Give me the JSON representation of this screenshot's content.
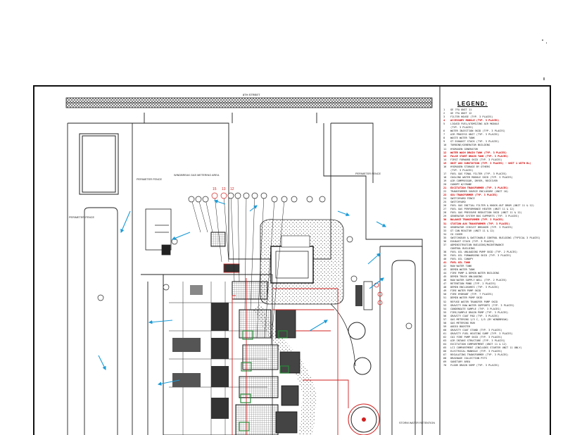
{
  "colors": {
    "line": "#1a1a1a",
    "red": "#d22020",
    "cyan": "#1a9bd7",
    "green": "#2a8a3a",
    "hatch": "#555555"
  },
  "street_label": "8TH STREET",
  "labels": {
    "perimeter_fence_left": "PERIMETER FENCE",
    "perimeter_fence_top": "PERIMETER FENCE",
    "perimeter_fence_right": "PERIMETER FENCE",
    "windbreak": "WINDBREAK GAS METERING AREA",
    "storm": "STORM WATER RETENTION"
  },
  "legend": {
    "title": "LEGEND:",
    "items": [
      {
        "n": "1",
        "t": "GE 7FA UNIT 11",
        "red": false
      },
      {
        "n": "2",
        "t": "GE 7FA UNIT 12",
        "red": false
      },
      {
        "n": "3",
        "t": "FILTER HOUSE (TYP. 3 PLACES)",
        "red": false
      },
      {
        "n": "4",
        "t": "ACCESSORY MODULE (TYP. 3 PLACES)",
        "red": true
      },
      {
        "n": "5",
        "t": "LIQUID FUEL/ATOMIZING AIR MODULE",
        "red": false
      },
      {
        "n": "",
        "t": "(TYP. 3 PLACES)",
        "red": false
      },
      {
        "n": "6",
        "t": "WATER INJECTION SKID (TYP. 3 PLACES)",
        "red": false
      },
      {
        "n": "7",
        "t": "AIR PROCESS UNIT (TYP. 3 PLACES)",
        "red": false
      },
      {
        "n": "8",
        "t": "WASTE WATER TANK",
        "red": false
      },
      {
        "n": "9",
        "t": "GT EXHAUST STACK (TYP. 3 PLACES)",
        "red": false
      },
      {
        "n": "10",
        "t": "TURBINE/GENERATOR BUILDING",
        "red": false
      },
      {
        "n": "11",
        "t": "HYDROGEN GENERATOR",
        "red": false
      },
      {
        "n": "12",
        "t": "WATER WASH DRAIN TANK (TYP. 3 PLACES)",
        "red": true
      },
      {
        "n": "13",
        "t": "FALSE START DRAIN TANK (TYP. 3 PLACES)",
        "red": true
      },
      {
        "n": "14",
        "t": "FIRST FORWARD SKID (TYP. 3 PLACES)",
        "red": false
      },
      {
        "n": "15",
        "t": "UNIT AUX SUBSTATION (TYP. 3 PLACES) - UNIT 1 WITH BL)",
        "red": true
      },
      {
        "n": "16",
        "t": "HYDROGEN STORAGE BY OTHERS",
        "red": false
      },
      {
        "n": "",
        "t": "(TYP. 3 PLACES)",
        "red": false
      },
      {
        "n": "17",
        "t": "FUEL GAS FINAL FILTER (TYP. 3 PLACES)",
        "red": false
      },
      {
        "n": "18",
        "t": "COOLING WATER MODULE SKID (TYP. 3 PLACES)",
        "red": false
      },
      {
        "n": "19",
        "t": "AIR COMPRESSOR, DRYER, RECEIVER",
        "red": false
      },
      {
        "n": "20",
        "t": "CANOPY W/CRANE",
        "red": false
      },
      {
        "n": "21",
        "t": "EXCITATION TRANSFORMER (TYP. 3 PLACES)",
        "red": true
      },
      {
        "n": "22",
        "t": "TRANSFORMER SOURCE ENCLOSURE (UNIT 10)",
        "red": false
      },
      {
        "n": "23",
        "t": "GSU TRANSFORMER (TYP. 3 PLACES)",
        "red": true
      },
      {
        "n": "24",
        "t": "SWITCHYARD FENCE",
        "red": false
      },
      {
        "n": "25",
        "t": "SWITCHYARD",
        "red": false
      },
      {
        "n": "26",
        "t": "FUEL GAS INITIAL FILTER & KNOCK-OUT DRUM (UNIT 11 & 12)",
        "red": false
      },
      {
        "n": "27",
        "t": "FUEL GAS PERFORMANCE HEATER (UNIT 11 & 12)",
        "red": false
      },
      {
        "n": "28",
        "t": "FUEL GAS PRESSURE REDUCTION SKID (UNIT 11 & 12)",
        "red": false
      },
      {
        "n": "29",
        "t": "GENERATOR SYSTEM BUS SUPPORTS (TYP. 3 PLACES)",
        "red": false
      },
      {
        "n": "30",
        "t": "BALANCE TRANSFORMER (TYP. 3 PLACES)",
        "red": true
      },
      {
        "n": "31",
        "t": "STATION AUX TRANSFORMER (TYP. 3 PLACES)",
        "red": true
      },
      {
        "n": "32",
        "t": "GENERATOR CIRCUIT BREAKER (TYP. 3 PLACES)",
        "red": false
      },
      {
        "n": "33",
        "t": "GT CAN REACTOR (UNIT 11 & 12)",
        "red": false
      },
      {
        "n": "34",
        "t": "CO COVER",
        "red": false
      },
      {
        "n": "35",
        "t": "SWITCHGEAR & SWITCHABLE CONTROL BUILDING (TYPICAL 3 PLACES)",
        "red": false
      },
      {
        "n": "36",
        "t": "EXHAUST STACK (TYP. 3 PLACES)",
        "red": false
      },
      {
        "n": "37",
        "t": "ADMINISTRATION BUILDING/MAINTENANCE",
        "red": false
      },
      {
        "n": "",
        "t": "CONTROL BUILDING",
        "red": false
      },
      {
        "n": "38",
        "t": "FUEL OIL UNLOADING PUMP SKID (TYP. 2 PLACES)",
        "red": false
      },
      {
        "n": "39",
        "t": "FUEL OIL FORWARDING SKID (TYP. 3 PLACES)",
        "red": false
      },
      {
        "n": "40",
        "t": "FUEL OIL CANOPY",
        "red": false
      },
      {
        "n": "41",
        "t": "FUEL OIL TANK",
        "red": true
      },
      {
        "n": "42",
        "t": "RAW WATER TANK",
        "red": false
      },
      {
        "n": "43",
        "t": "DEMIN WATER TANK",
        "red": false
      },
      {
        "n": "44",
        "t": "FIRE PUMP & DEMIN WATER BUILDING",
        "red": false
      },
      {
        "n": "45",
        "t": "DEMIN TRUCK UNLOADING",
        "red": false
      },
      {
        "n": "46",
        "t": "RAW WATER SUPPLY WELL (TYP. 2 PLACES)",
        "red": false
      },
      {
        "n": "47",
        "t": "RETENTION POND (TYP. 2 PLACES)",
        "red": false
      },
      {
        "n": "48",
        "t": "DEMIN ENCLOSURES (TYP. 3 PLACES)",
        "red": false
      },
      {
        "n": "49",
        "t": "FIRE WATER PUMP SKID",
        "red": false
      },
      {
        "n": "50",
        "t": "FIRE HYDRANT (TYP. 7 PLACES)",
        "red": false
      },
      {
        "n": "51",
        "t": "DEMIN WATER PUMP SKID",
        "red": false
      },
      {
        "n": "52",
        "t": "REFUSE WATER TRANSFER PUMP SKID",
        "red": false
      },
      {
        "n": "53",
        "t": "GRAVITY RAW WATER SUPPORTS (TYP. 3 PLACES)",
        "red": false
      },
      {
        "n": "54",
        "t": "CONDENSATE SAMPLE (TYP. 3 PLACES)",
        "red": false
      },
      {
        "n": "55",
        "t": "FIRE/SAMPLE DRAIN PUMP (TYP. 3 PLACES)",
        "red": false
      },
      {
        "n": "56",
        "t": "GRAVITY COAT PAD (TYP. 3 PLACES)",
        "red": false
      },
      {
        "n": "57",
        "t": "GAS METERING 1/3 C, 1/5 (BY WINDBREAK)",
        "red": false
      },
      {
        "n": "58",
        "t": "GAS METERING RUN",
        "red": false
      },
      {
        "n": "59",
        "t": "AUDIO BOOSTER",
        "red": false
      },
      {
        "n": "60",
        "t": "GRAVITY COAT STAND (TYP. 3 PLACES)",
        "red": false
      },
      {
        "n": "61",
        "t": "GRAVITY FUEL HEATING SUMP (TYP. 3 PLACES)",
        "red": false
      },
      {
        "n": "62",
        "t": "CO2 FIRE PUMP SKID (TYP. 3 PLACES)",
        "red": false
      },
      {
        "n": "63",
        "t": "AIR INTAKE STRUCTURE (TYP. 3 PLACES)",
        "red": false
      },
      {
        "n": "64",
        "t": "EXCITATION COMPARTMENT (UNIT 11 & 12)",
        "red": false
      },
      {
        "n": "65",
        "t": "LCI COMPARTMENT (INCLUDES STARTER UNIT 11 ONLY)",
        "red": false
      },
      {
        "n": "66",
        "t": "ELECTRICAL MANHOLE (TYP. 3 PLACES)",
        "red": false
      },
      {
        "n": "67",
        "t": "REGULATING TRANSFORMER (TYP. 3 PLACES)",
        "red": false
      },
      {
        "n": "68",
        "t": "DRAINAGE COLLECTION PITS",
        "red": false
      },
      {
        "n": "69",
        "t": "SANITARY AREA",
        "red": false
      },
      {
        "n": "70",
        "t": "FLOOR DRAIN SUMP (TYP. 3 PLACES)",
        "red": false
      }
    ]
  }
}
